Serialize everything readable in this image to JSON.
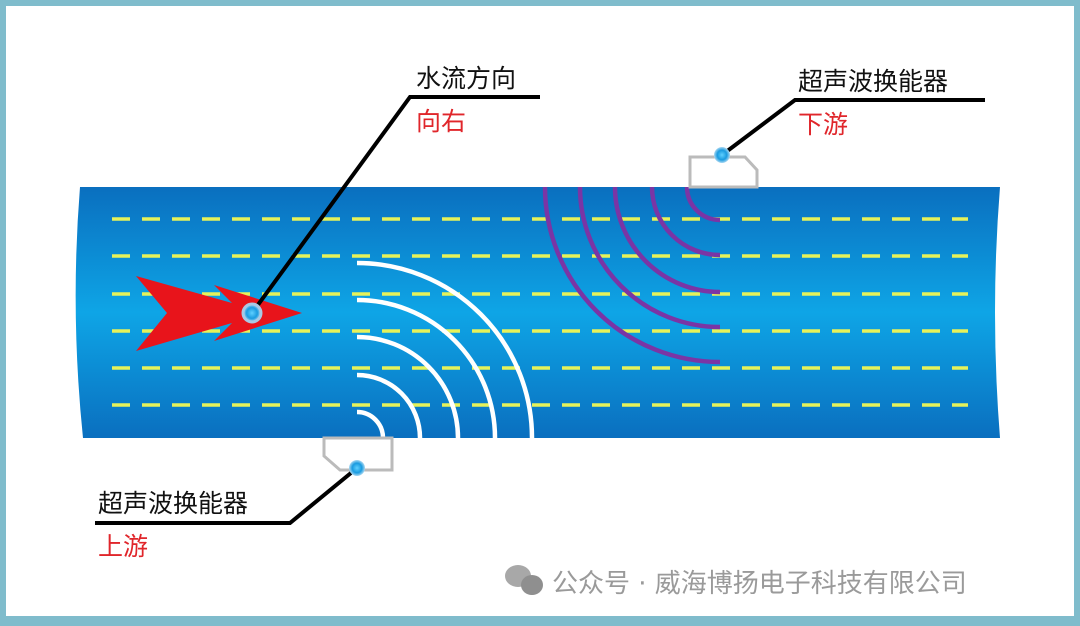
{
  "flow": {
    "title": "水流方向",
    "value": "向右"
  },
  "downstream": {
    "title": "超声波换能器",
    "position": "下游"
  },
  "upstream": {
    "title": "超声波换能器",
    "position": "上游"
  },
  "footer": {
    "icon": "wechat-icon",
    "text": "公众号 · 威海博扬电子科技有限公司"
  },
  "colors": {
    "pipe": "#0a7fd0",
    "arrow": "#e8141b",
    "dash": "#e6f25a",
    "upstream_wave": "#ffffff",
    "downstream_wave": "#7a35a5",
    "label_red": "#e0262b",
    "border": "#7fbccc"
  }
}
